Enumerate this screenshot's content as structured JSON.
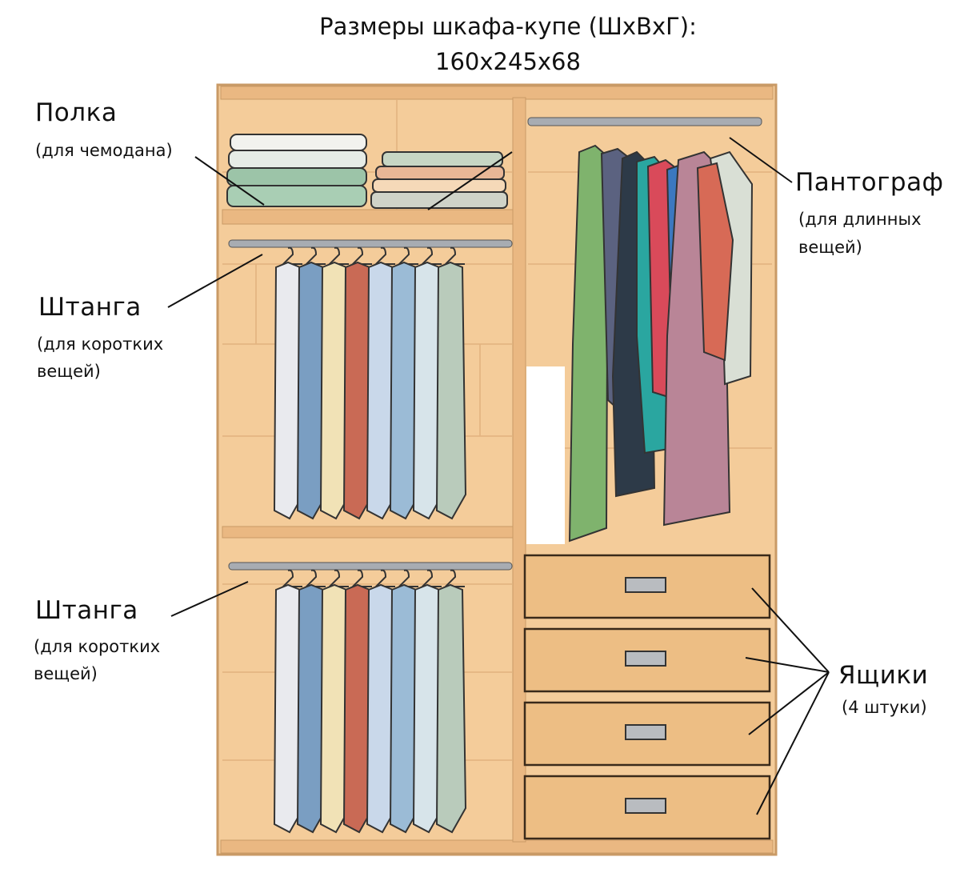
{
  "title": {
    "line1": "Размеры шкафа-купе (ШхВхГ):",
    "line2": "160х245х68"
  },
  "labels": {
    "shelf": {
      "name": "Полка",
      "note": "(для чемодана)"
    },
    "rod_upper": {
      "name": "Штанга",
      "note_line1": "(для коротких",
      "note_line2": "вещей)"
    },
    "rod_lower": {
      "name": "Штанга",
      "note_line1": "(для коротких",
      "note_line2": "вещей)"
    },
    "pantograph": {
      "name": "Пантограф",
      "note_line1": "(для длинных",
      "note_line2": "вещей)"
    },
    "drawers": {
      "name": "Ящики",
      "note": "(4 штуки)"
    }
  },
  "counts": {
    "drawers": 4
  },
  "colors": {
    "wood": "#f4cc9a",
    "wood_edge": "#e7b17a",
    "panel_line": "#c99a66",
    "rod": "#a8acb2",
    "drawer": "#edbe84",
    "handle": "#b9bcc0"
  },
  "icons": [
    "folded-clothes-icon",
    "shirt-icon",
    "dress-icon",
    "hanger-icon",
    "drawer-handle-icon"
  ]
}
